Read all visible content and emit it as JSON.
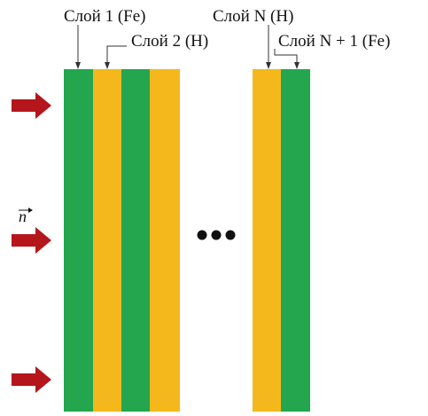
{
  "colors": {
    "fe_layer": "#23a64e",
    "h_layer": "#f4b81c",
    "arrow": "#b4161b",
    "leader_line": "#333333",
    "dots": "#111111"
  },
  "labels": {
    "layer_1": "Слой 1 (Fe)",
    "layer_2": "Слой 2 (H)",
    "layer_n": "Слой N (H)",
    "layer_n_plus_1": "Слой N + 1 (Fe)"
  },
  "normal_vector_label": "n",
  "layers": [
    {
      "material": "Fe",
      "group": "first"
    },
    {
      "material": "H",
      "group": "first"
    },
    {
      "material": "Fe",
      "group": "first"
    },
    {
      "material": "H",
      "group": "first"
    },
    {
      "material": "H",
      "group": "last"
    },
    {
      "material": "Fe",
      "group": "last"
    }
  ],
  "ellipsis_icon": "three-dots",
  "incident_arrows": [
    "arrow-right-icon",
    "arrow-right-icon",
    "arrow-right-icon"
  ]
}
